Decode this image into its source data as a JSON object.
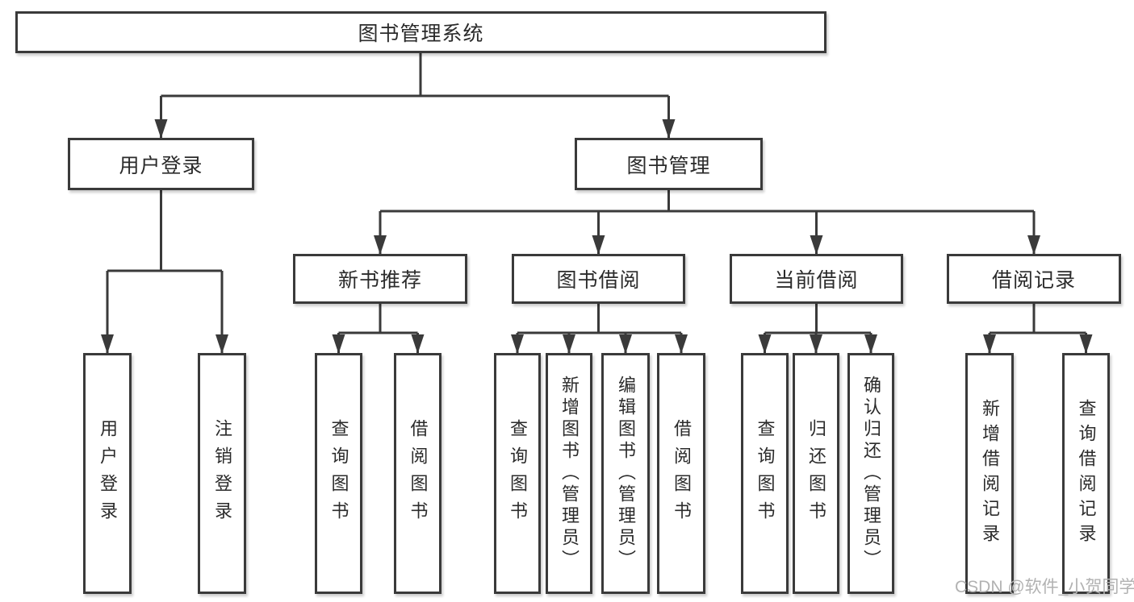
{
  "diagram_title": "图书管理系统",
  "tree": {
    "label": "图书管理系统",
    "children": [
      {
        "label": "用户登录",
        "children": [
          {
            "label": "用户登录"
          },
          {
            "label": "注销登录"
          }
        ]
      },
      {
        "label": "图书管理",
        "children": [
          {
            "label": "新书推荐",
            "children": [
              {
                "label": "查询图书"
              },
              {
                "label": "借阅图书"
              }
            ]
          },
          {
            "label": "图书借阅",
            "children": [
              {
                "label": "查询图书"
              },
              {
                "label": "新增图书（管理员）"
              },
              {
                "label": "编辑图书（管理员）"
              },
              {
                "label": "借阅图书"
              }
            ]
          },
          {
            "label": "当前借阅",
            "children": [
              {
                "label": "查询图书"
              },
              {
                "label": "归还图书"
              },
              {
                "label": "确认归还（管理员）"
              }
            ]
          },
          {
            "label": "借阅记录",
            "children": [
              {
                "label": "新增借阅记录"
              },
              {
                "label": "查询借阅记录"
              }
            ]
          }
        ]
      }
    ]
  },
  "watermark": "CSDN @软件_小贺同学",
  "colors": {
    "line": "#3a3a3a",
    "text": "#2b2b2b",
    "watermark": "#b2b2b2",
    "background": "#ffffff"
  }
}
